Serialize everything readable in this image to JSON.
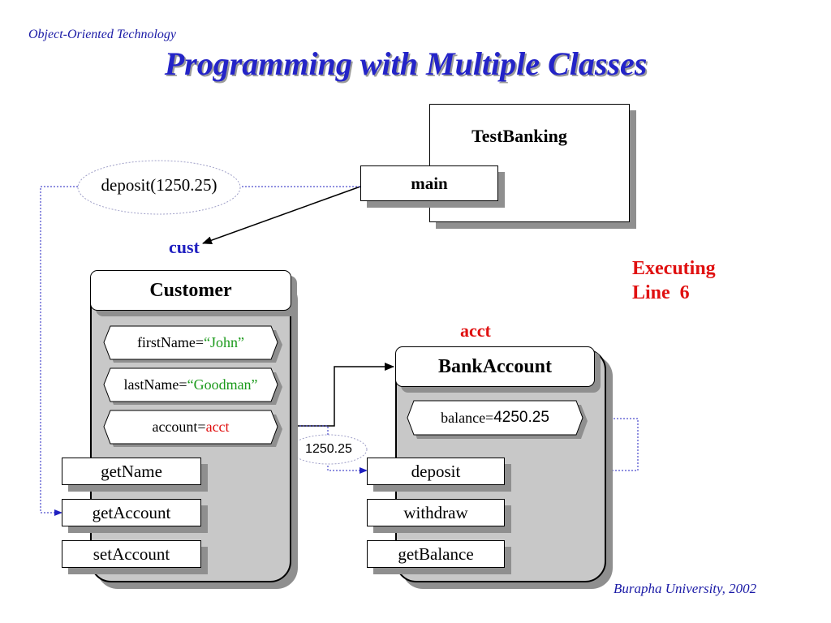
{
  "header": {
    "course": "Object-Oriented Technology",
    "title": "Programming with Multiple Classes"
  },
  "footer": "Burapha University, 2002",
  "testbanking": {
    "name": "TestBanking",
    "method": "main"
  },
  "call_label": "deposit(1250.25)",
  "ref_cust": "cust",
  "ref_acct": "acct",
  "executing": {
    "line1": "Executing",
    "line2": "Line  6"
  },
  "customer": {
    "name": "Customer",
    "fields": [
      {
        "key": "firstName=",
        "value": "“John”"
      },
      {
        "key": "lastName=",
        "value": "“Goodman”"
      },
      {
        "key": "account=",
        "value": "acct"
      }
    ],
    "methods": [
      "getName",
      "getAccount",
      "setAccount"
    ]
  },
  "bankaccount": {
    "name": "BankAccount",
    "field": {
      "key": "balance=",
      "value": "4250.25"
    },
    "methods": [
      "deposit",
      "withdraw",
      "getBalance"
    ]
  },
  "arg_label": "1250.25",
  "colors": {
    "title": "#2424c8",
    "accent_red": "#e01010",
    "string_green": "#1b9a1b",
    "panel": "#c8c8c8"
  }
}
